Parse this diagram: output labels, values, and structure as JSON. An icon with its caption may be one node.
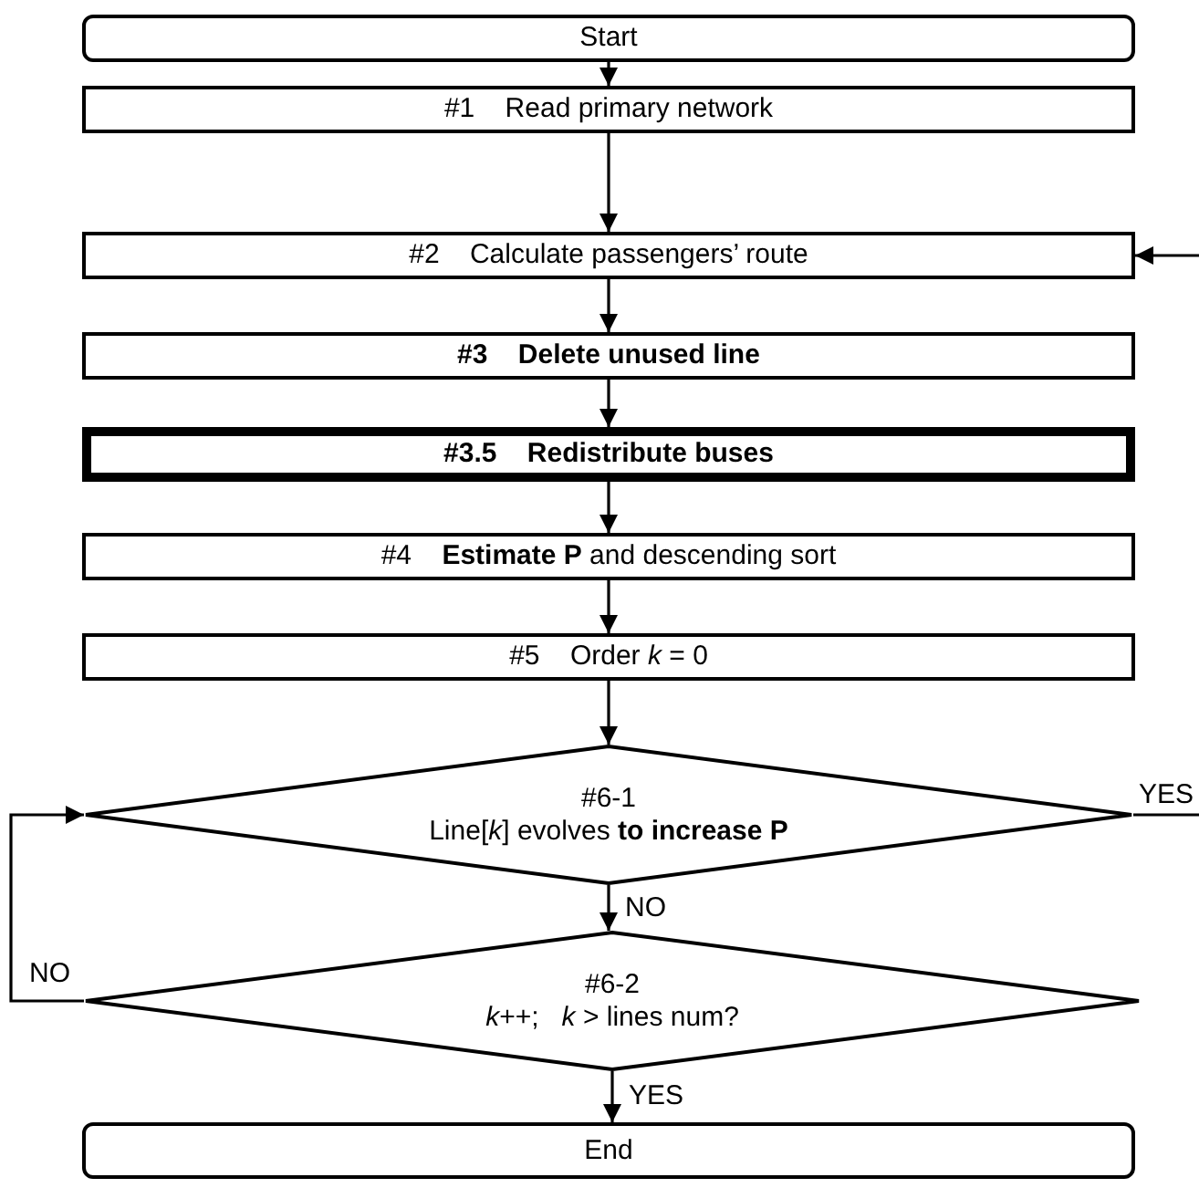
{
  "diagram": {
    "nodes": [
      {
        "text": [
          "Start"
        ]
      },
      {
        "text": [
          "#1    Read primary network"
        ]
      },
      {
        "text": [
          "#2    Calculate passengers’ route"
        ]
      },
      {
        "text": [
          "#3    Delete unused line"
        ]
      },
      {
        "text": [
          "#3.5    Redistribute buses"
        ]
      },
      {
        "text": [
          "#4    **Estimate P** and descending sort"
        ]
      },
      {
        "text": [
          "#5    Order *k* = 0"
        ]
      },
      {
        "text": [
          "#6-1",
          "Line[*k*] evolves **to increase P**"
        ]
      },
      {
        "text": [
          "#6-2",
          "*k*++;   *k* > lines num?"
        ]
      },
      {
        "text": [
          "End"
        ]
      }
    ],
    "edges": [
      {
        "from": 0,
        "to": 1,
        "arrow": "to"
      },
      {
        "from": 1,
        "to": 2,
        "arrow": "to"
      },
      {
        "from": 2,
        "to": 3,
        "arrow": "to"
      },
      {
        "from": 3,
        "to": 4,
        "arrow": "to"
      },
      {
        "from": 4,
        "to": 5,
        "arrow": "to"
      },
      {
        "from": 5,
        "to": 6,
        "arrow": "to"
      },
      {
        "from": 6,
        "to": 7,
        "arrow": "to"
      },
      {
        "from": 7,
        "to": 8,
        "arrow": "to",
        "label": "NO"
      },
      {
        "from": 8,
        "to": 9,
        "arrow": "to",
        "label": "YES"
      },
      {
        "from": 8,
        "to": 7,
        "arrow": "to",
        "label": "NO"
      },
      {
        "from": 7,
        "to": null,
        "arrow": "none",
        "label": "YES"
      },
      {
        "from": null,
        "to": 2,
        "arrow": "to"
      }
    ]
  }
}
